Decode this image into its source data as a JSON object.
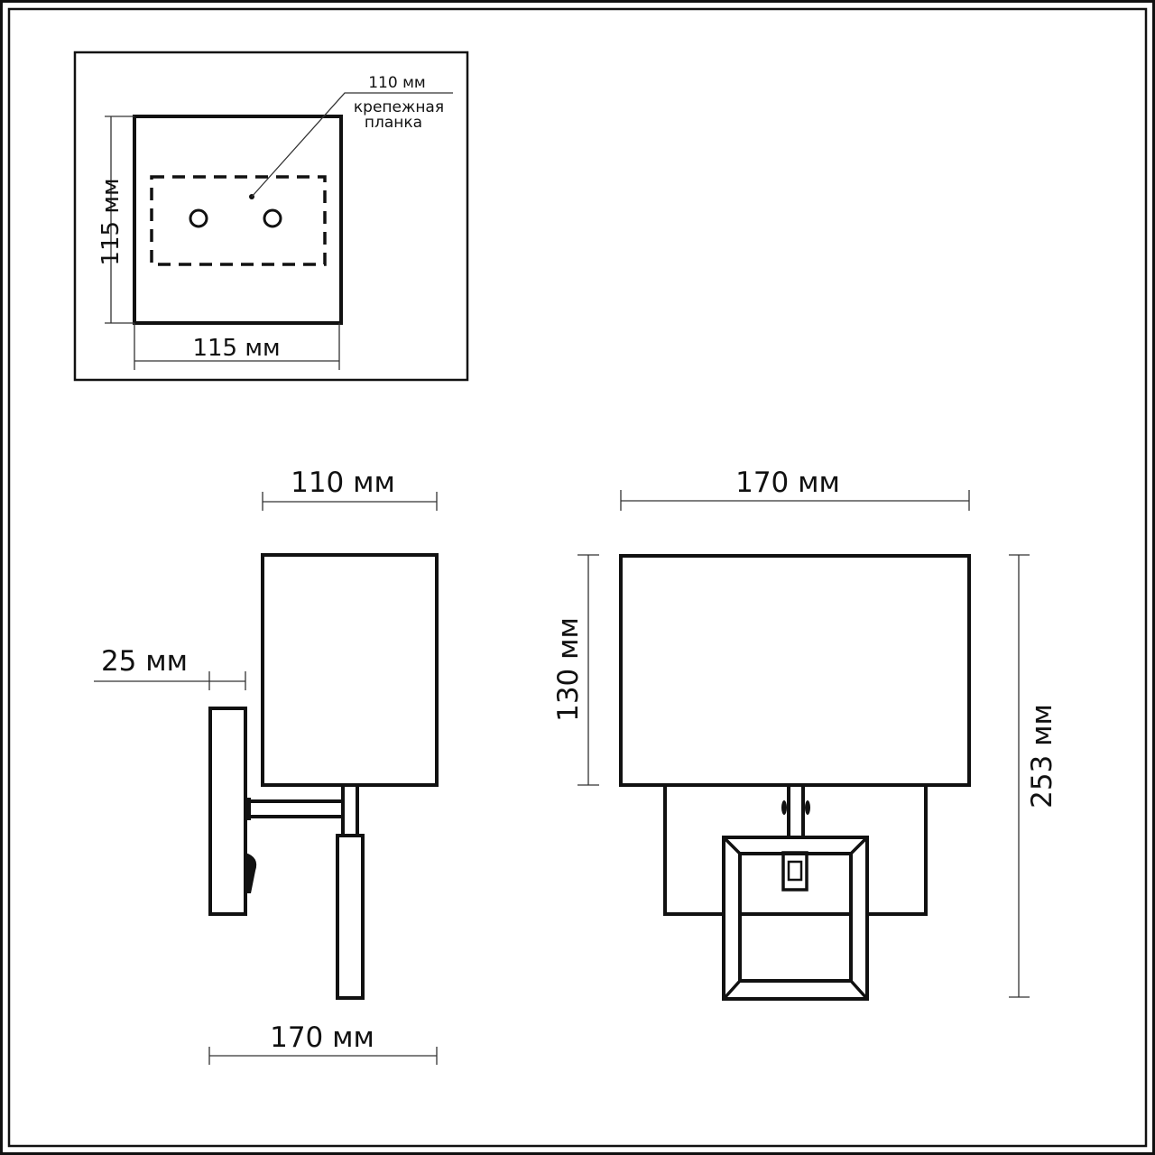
{
  "page": {
    "border_color": "#111111",
    "background": "#ffffff"
  },
  "inset_top_view": {
    "plate_height": "115 мм",
    "plate_width": "115 мм",
    "mounting_bar_length": "110 мм",
    "mounting_bar_label_line1": "крепежная",
    "mounting_bar_label_line2": "планка"
  },
  "side_view": {
    "shade_depth": "110 мм",
    "base_depth": "25 мм",
    "total_projection": "170 мм"
  },
  "front_view": {
    "shade_width": "170 мм",
    "shade_height": "130 мм",
    "total_height": "253 мм"
  }
}
